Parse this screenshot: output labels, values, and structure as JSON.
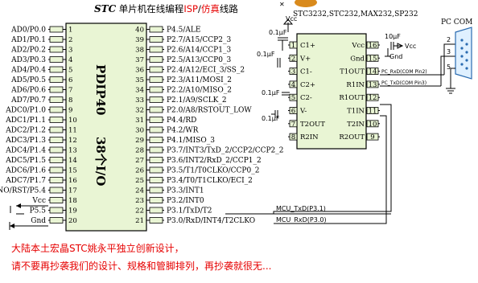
{
  "title": {
    "brand": "STC",
    "part1": " 单片机在线编程",
    "isp": "ISP",
    "slash": "/",
    "sim": "仿真",
    "part2": "线路"
  },
  "mcu": {
    "name": "PDIP40",
    "subname": "38个I/O",
    "left_pins": [
      {
        "label": "AD0/P0.0",
        "num": "1"
      },
      {
        "label": "AD1/P0.1",
        "num": "2"
      },
      {
        "label": "AD2/P0.2",
        "num": "3"
      },
      {
        "label": "AD3/P0.3",
        "num": "4"
      },
      {
        "label": "AD4/P0.4",
        "num": "5"
      },
      {
        "label": "AD5/P0.5",
        "num": "6"
      },
      {
        "label": "AD6/P0.6",
        "num": "7"
      },
      {
        "label": "AD7/P0.7",
        "num": "8"
      },
      {
        "label": "ADC0/P1.0",
        "num": "9"
      },
      {
        "label": "ADC1/P1.1",
        "num": "10"
      },
      {
        "label": "ADC2/P1.2",
        "num": "11"
      },
      {
        "label": "ADC3/P1.3",
        "num": "12"
      },
      {
        "label": "ADC4/P1.4",
        "num": "13"
      },
      {
        "label": "ADC5/P1.5",
        "num": "14"
      },
      {
        "label": "ADC6/P1.6",
        "num": "15"
      },
      {
        "label": "ADC7/P1.7",
        "num": "16"
      },
      {
        "label": "NO/RST/P5.4",
        "num": "17"
      },
      {
        "label": "Vcc",
        "num": "18"
      },
      {
        "label": "P5.5",
        "num": "19"
      },
      {
        "label": "Gnd",
        "num": "20"
      }
    ],
    "right_pins": [
      {
        "label": "P4.5/ALE",
        "num": "40"
      },
      {
        "label": "P2.7/A15/CCP2_3",
        "num": "39"
      },
      {
        "label": "P2.6/A14/CCP1_3",
        "num": "38"
      },
      {
        "label": "P2.5/A13/CCP0_3",
        "num": "37"
      },
      {
        "label": "P2.4/A12/ECI_3/SS_2",
        "num": "36"
      },
      {
        "label": "P2.3/A11/MOSI_2",
        "num": "35"
      },
      {
        "label": "P2.2/A10/MISO_2",
        "num": "34"
      },
      {
        "label": "P2.1/A9/SCLK_2",
        "num": "33"
      },
      {
        "label": "P2.0/A8/RSTOUT_LOW",
        "num": "32"
      },
      {
        "label": "P4.4/RD",
        "num": "31"
      },
      {
        "label": "P4.2/WR",
        "num": "30"
      },
      {
        "label": "P4.1/MISO_3",
        "num": "29"
      },
      {
        "label": "P3.7/INT3/TxD_2/CCP2/CCP2_2",
        "num": "28"
      },
      {
        "label": "P3.6/INT2/RxD_2/CCP1_2",
        "num": "27"
      },
      {
        "label": "P3.5/T1/T0CLKO/CCP0_2",
        "num": "26"
      },
      {
        "label": "P3.4/T0/T1CLKO/ECI_2",
        "num": "25"
      },
      {
        "label": "P3.3/INT1",
        "num": "24"
      },
      {
        "label": "P3.2/INT0",
        "num": "23"
      },
      {
        "label": "P3.1/TxD/T2",
        "num": "22"
      },
      {
        "label": "P3.0/RxD/INT4/T2CLKO",
        "num": "21"
      }
    ]
  },
  "rs232": {
    "title": "STC3232,STC232,MAX232,SP232",
    "vcc_label": "Vcc",
    "left_pins": [
      {
        "label": "C1+",
        "num": "1"
      },
      {
        "label": "V+",
        "num": "2"
      },
      {
        "label": "C1-",
        "num": "3"
      },
      {
        "label": "C2+",
        "num": "4"
      },
      {
        "label": "C2-",
        "num": "5"
      },
      {
        "label": "V-",
        "num": "6"
      },
      {
        "label": "T2OUT",
        "num": "7"
      },
      {
        "label": "R2IN",
        "num": "8"
      }
    ],
    "right_pins": [
      {
        "label": "Vcc",
        "num": "16"
      },
      {
        "label": "Gnd",
        "num": "15"
      },
      {
        "label": "T1OUT",
        "num": "14"
      },
      {
        "label": "R1IN",
        "num": "13"
      },
      {
        "label": "R1OUT",
        "num": "12"
      },
      {
        "label": "T1IN",
        "num": "11"
      },
      {
        "label": "T2IN",
        "num": "10"
      },
      {
        "label": "R2OUT",
        "num": "9"
      }
    ],
    "caps": [
      "0.1μF",
      "0.1μF",
      "0.1μF",
      "0.1μF"
    ],
    "cap_10u": "10μF",
    "vcc_right": "Vcc",
    "gnd_right": "Gnd",
    "pin14_net": "PC_RxD(COM Pin2)",
    "pin13_net": "PC_TxD(COM Pin3)"
  },
  "com": {
    "title": "PC COM",
    "pins": [
      "2",
      "3",
      "5"
    ]
  },
  "nets": {
    "txd": "MCU_TxD(P3.1)",
    "rxd": "MCU_RxD(P3.0)"
  },
  "warning": {
    "line1": "大陆本土宏晶STC姚永平独立创新设计，",
    "line2": "请不要再抄袭我们的设计、规格和管脚排列，再抄袭就很无..."
  },
  "colors": {
    "chip_fill": "#e9f5d4",
    "warning": "#e60000"
  }
}
